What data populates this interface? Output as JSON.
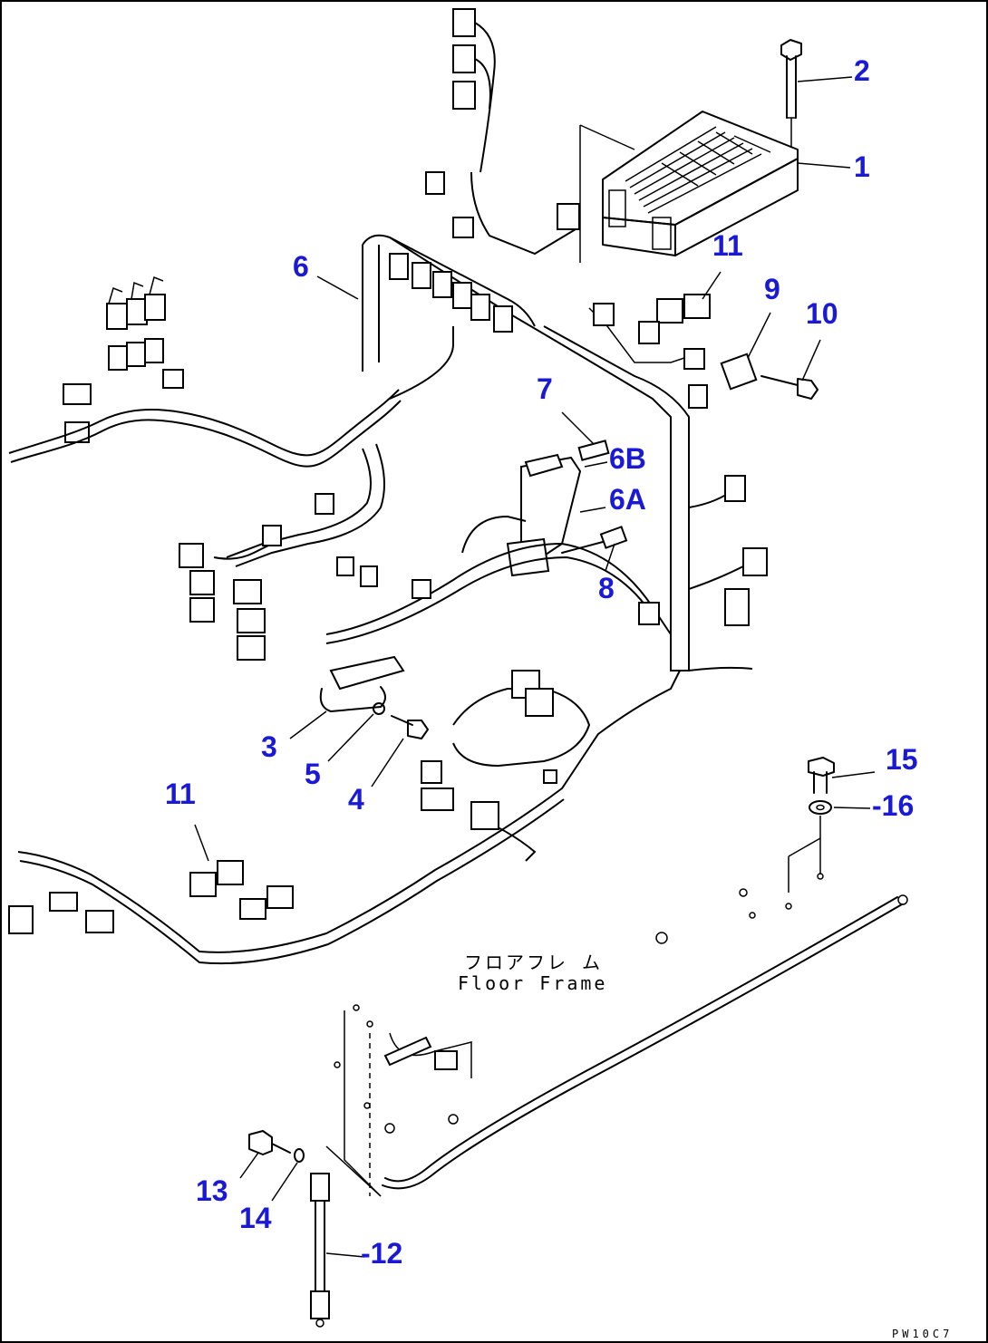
{
  "callouts": {
    "c1": "1",
    "c2": "2",
    "c3": "3",
    "c4": "4",
    "c5": "5",
    "c6": "6",
    "c6a": "6A",
    "c6b": "6B",
    "c7": "7",
    "c8": "8",
    "c9": "9",
    "c10": "10",
    "c11a": "11",
    "c11b": "11",
    "c12": "-12",
    "c13": "13",
    "c14": "14",
    "c15": "15",
    "c16": "-16"
  },
  "floor_frame": {
    "jp": "フロアフレ ム",
    "en": "Floor Frame"
  },
  "drawing_code": "PW10C7",
  "colors": {
    "callout": "#1a1ad6",
    "line": "#000000",
    "background": "#ffffff"
  }
}
